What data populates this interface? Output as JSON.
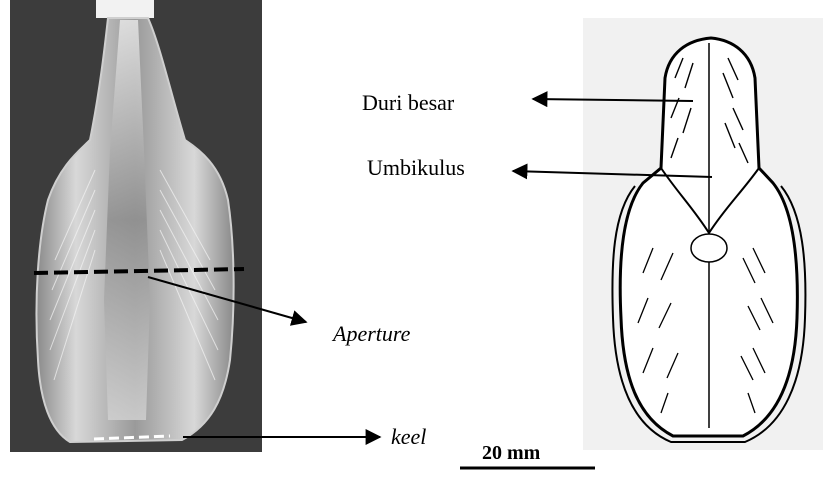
{
  "labels": {
    "duri_besar": "Duri besar",
    "umbikulus": "Umbikulus",
    "aperture": "Aperture",
    "keel": "keel",
    "scale": "20 mm"
  },
  "colors": {
    "photo_background": "#3c3c3c",
    "drawing_background": "#f1f1f1",
    "annotation": "#000000"
  }
}
